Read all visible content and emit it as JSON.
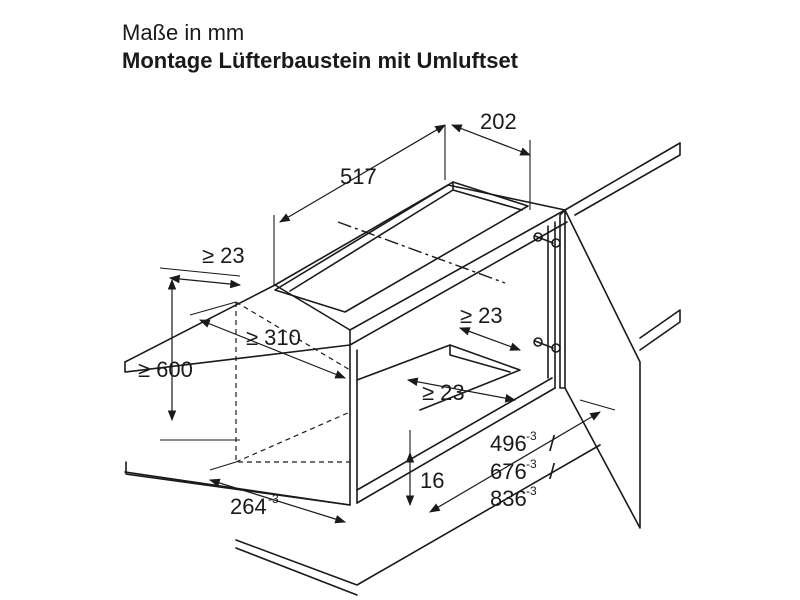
{
  "title": {
    "line1": "Maße in mm",
    "line2": "Montage Lüfterbaustein mit Umluftset"
  },
  "dimensions": {
    "d202": "202",
    "d517": "517",
    "d23_top": "≥ 23",
    "d23_right": "≥ 23",
    "d23_inner": "≥ 23",
    "d310": "≥ 310",
    "d600": "≥ 600",
    "d264": "264",
    "d264_tol": "-3",
    "d16": "16",
    "d496": "496",
    "d496_tol": "-3",
    "d676": "676",
    "d676_tol": "-3",
    "d836": "836",
    "d836_tol": "-3",
    "slash": "/"
  },
  "colors": {
    "line": "#1a1a1a",
    "background": "#ffffff"
  }
}
